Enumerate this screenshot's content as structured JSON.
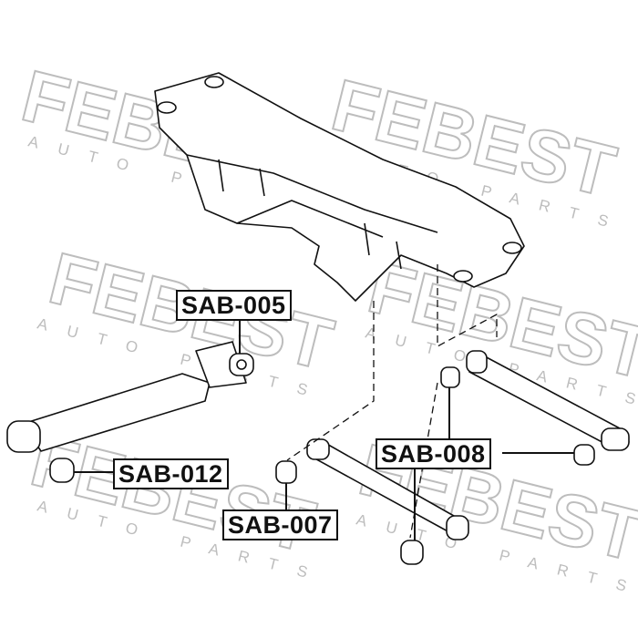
{
  "watermark": {
    "brand": "FEBEST",
    "tagline": "AUTO PARTS"
  },
  "parts": [
    {
      "id": "p005",
      "label": "SAB-005"
    },
    {
      "id": "p012",
      "label": "SAB-012"
    },
    {
      "id": "p007",
      "label": "SAB-007"
    },
    {
      "id": "p008",
      "label": "SAB-008"
    }
  ],
  "colors": {
    "line": "#111111",
    "watermark": "#c8c8c8"
  }
}
